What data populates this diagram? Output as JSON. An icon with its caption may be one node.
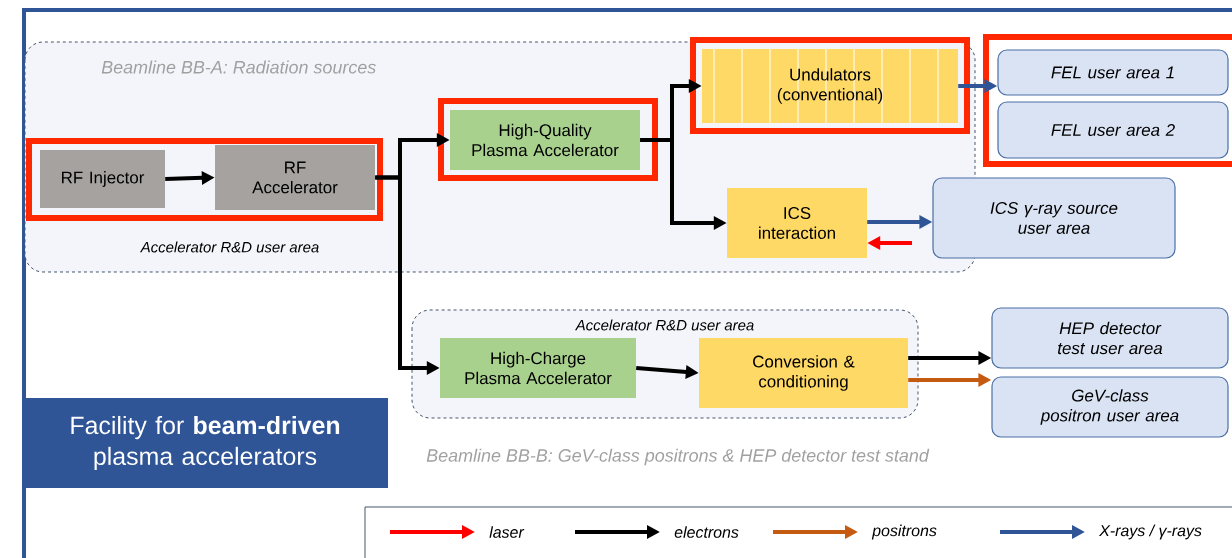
{
  "diagram": {
    "nodes": [
      {
        "text": [
          "Beamline BB-A: Radiation sources",
          "Accelerator R&D user area"
        ]
      },
      {
        "text": [
          "RF Injector"
        ],
        "in": 0
      },
      {
        "text": [
          "RF Accelerator"
        ],
        "in": 0
      },
      {
        "text": [
          "High-Quality Plasma Accelerator"
        ],
        "in": 0
      },
      {
        "text": [
          "Undulators (conventional)"
        ],
        "in": 0
      },
      {
        "text": [
          "FEL user area 1"
        ]
      },
      {
        "text": [
          "FEL user area 2"
        ]
      },
      {
        "text": [
          "ICS interaction"
        ],
        "in": 0
      },
      {
        "text": [
          "ICS γ-ray source user area"
        ]
      },
      {
        "text": [
          "Accelerator R&D user area",
          "Beamline BB-B: GeV-class positrons & HEP detector test stand"
        ]
      },
      {
        "text": [
          "High-Charge Plasma Accelerator"
        ],
        "in": 9
      },
      {
        "text": [
          "Conversion & conditioning"
        ],
        "in": 9
      },
      {
        "text": [
          "HEP detector test user area"
        ]
      },
      {
        "text": [
          "GeV-class positron user area"
        ]
      },
      {
        "text": [
          "Facility for **beam-driven** plasma accelerators"
        ]
      }
    ],
    "edges": [
      {
        "from": 1,
        "to": 2,
        "arrow": "to"
      },
      {
        "from": 2,
        "to": 3,
        "arrow": "to"
      },
      {
        "from": 2,
        "to": 10,
        "arrow": "to"
      },
      {
        "from": 3,
        "to": 4,
        "arrow": "to"
      },
      {
        "from": 3,
        "to": 7,
        "arrow": "to"
      },
      {
        "from": 4,
        "to": 5,
        "arrow": "to",
        "color": "#2f5597"
      },
      {
        "from": 7,
        "to": 8,
        "arrow": "to",
        "color": "#2f5597"
      },
      {
        "from": null,
        "to": 7,
        "arrow": "to",
        "color": "#ff0000"
      },
      {
        "from": 10,
        "to": 11,
        "arrow": "to"
      },
      {
        "from": 11,
        "to": 12,
        "arrow": "to"
      },
      {
        "from": 11,
        "to": 13,
        "arrow": "to",
        "color": "#c55a11"
      }
    ],
    "legend": [
      {
        "text": "laser"
      },
      {
        "text": "electrons"
      },
      {
        "text": "positrons"
      },
      {
        "text": "X-rays / γ-rays"
      }
    ]
  }
}
